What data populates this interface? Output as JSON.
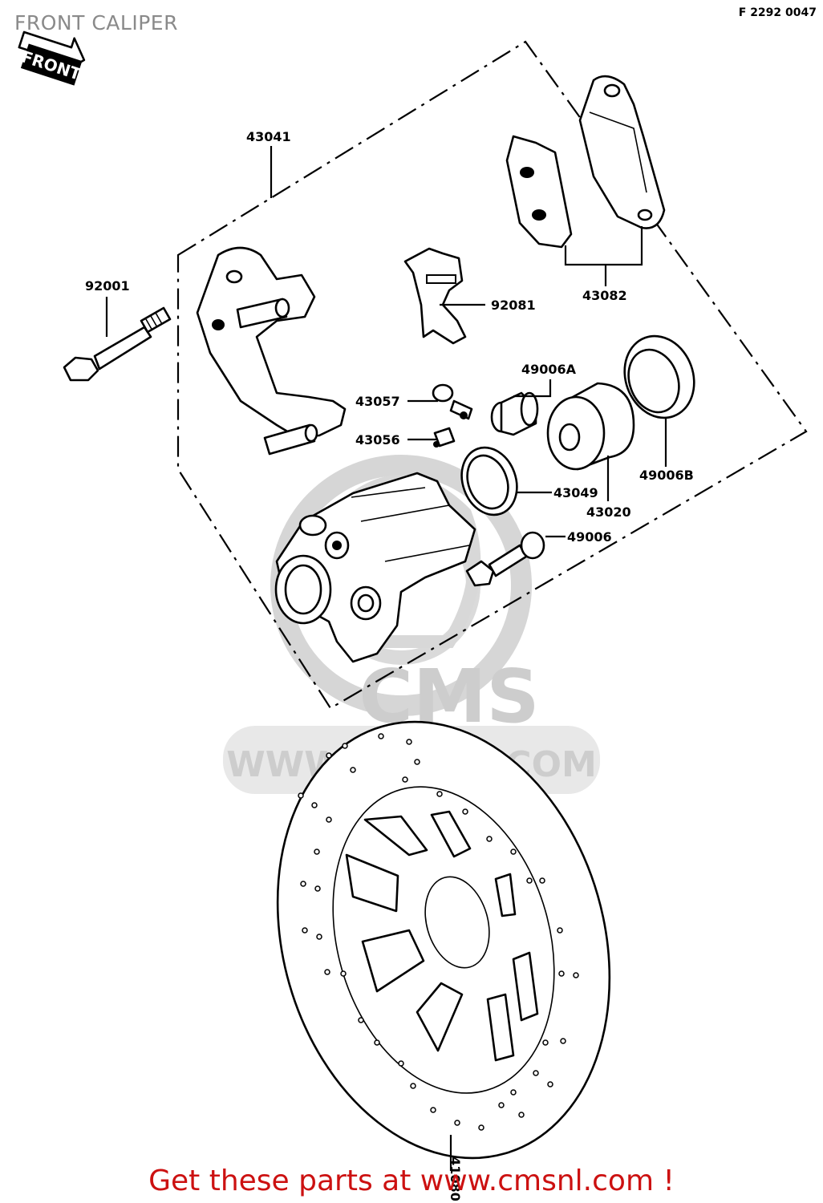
{
  "header": {
    "title": "FRONT CALIPER",
    "figure_code": "F 2292 0047"
  },
  "direction_tag": "FRONT",
  "watermark": {
    "brand": "CMS",
    "url": "WWW.CMSNL.COM"
  },
  "parts": {
    "p43041": "43041",
    "p92001": "92001",
    "p43082": "43082",
    "p92081": "92081",
    "p49006A": "49006A",
    "p43057": "43057",
    "p43056": "43056",
    "p49006B": "49006B",
    "p43049": "43049",
    "p43020": "43020",
    "p49006": "49006",
    "p41080": "41080"
  },
  "footer": {
    "cta": "Get these parts at www.cmsnl.com !"
  }
}
